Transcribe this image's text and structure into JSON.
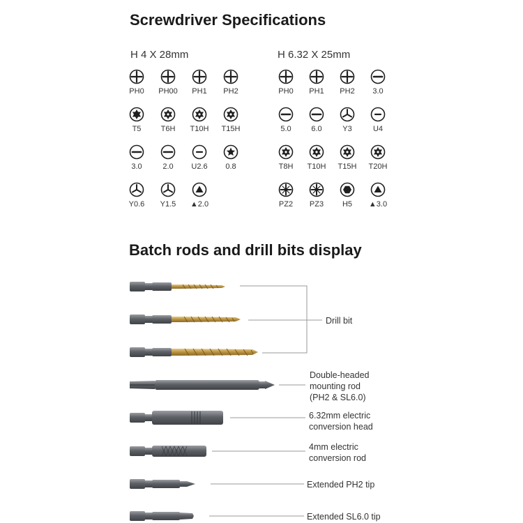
{
  "specs": {
    "title": "Screwdriver Specifications",
    "group_a": {
      "size_label": "H 4 X 28mm",
      "bits": [
        {
          "icon": "phillips-icon",
          "label": "PH0"
        },
        {
          "icon": "phillips-icon",
          "label": "PH00"
        },
        {
          "icon": "phillips-icon",
          "label": "PH1"
        },
        {
          "icon": "phillips-icon",
          "label": "PH2"
        },
        {
          "icon": "torx-icon",
          "label": "T5"
        },
        {
          "icon": "torx-security-icon",
          "label": "T6H"
        },
        {
          "icon": "torx-security-icon",
          "label": "T10H"
        },
        {
          "icon": "torx-security-icon",
          "label": "T15H"
        },
        {
          "icon": "slotted-icon",
          "label": "3.0"
        },
        {
          "icon": "slotted-icon",
          "label": "2.0"
        },
        {
          "icon": "slotted-small-icon",
          "label": "U2.6"
        },
        {
          "icon": "star-icon",
          "label": "0.8"
        },
        {
          "icon": "tri-wing-icon",
          "label": "Y0.6"
        },
        {
          "icon": "tri-wing-icon",
          "label": "Y1.5"
        },
        {
          "icon": "triangle-icon",
          "label": "▲2.0"
        }
      ]
    },
    "group_b": {
      "size_label": "H 6.32 X 25mm",
      "bits": [
        {
          "icon": "phillips-icon",
          "label": "PH0"
        },
        {
          "icon": "phillips-icon",
          "label": "PH1"
        },
        {
          "icon": "phillips-icon",
          "label": "PH2"
        },
        {
          "icon": "slotted-icon",
          "label": "3.0"
        },
        {
          "icon": "slotted-icon",
          "label": "5.0"
        },
        {
          "icon": "slotted-icon",
          "label": "6.0"
        },
        {
          "icon": "tri-wing-icon",
          "label": "Y3"
        },
        {
          "icon": "slotted-small-icon",
          "label": "U4"
        },
        {
          "icon": "torx-security-icon",
          "label": "T8H"
        },
        {
          "icon": "torx-security-icon",
          "label": "T10H"
        },
        {
          "icon": "torx-security-icon",
          "label": "T15H"
        },
        {
          "icon": "torx-security-icon",
          "label": "T20H"
        },
        {
          "icon": "pozidriv-icon",
          "label": "PZ2"
        },
        {
          "icon": "pozidriv-icon",
          "label": "PZ3"
        },
        {
          "icon": "hex-icon",
          "label": "H5"
        },
        {
          "icon": "triangle-icon",
          "label": "▲3.0"
        }
      ]
    }
  },
  "display": {
    "title": "Batch rods and drill bits display",
    "callouts": {
      "drill_bit": "Drill bit",
      "double_headed": [
        "Double-headed",
        "mounting rod",
        "(PH2 & SL6.0)"
      ],
      "conversion_head": [
        "6.32mm electric",
        "conversion head"
      ],
      "conversion_rod": [
        "4mm electric",
        "conversion rod"
      ],
      "ph2_tip": "Extended PH2 tip",
      "sl60_tip": "Extended SL6.0 tip"
    }
  },
  "colors": {
    "steel": "#6e7177",
    "steel_dark": "#4a4d52",
    "steel_light": "#a9acb1",
    "gold": "#b8913f",
    "gold_light": "#e0c27a",
    "icon_stroke": "#1f1f1f"
  }
}
